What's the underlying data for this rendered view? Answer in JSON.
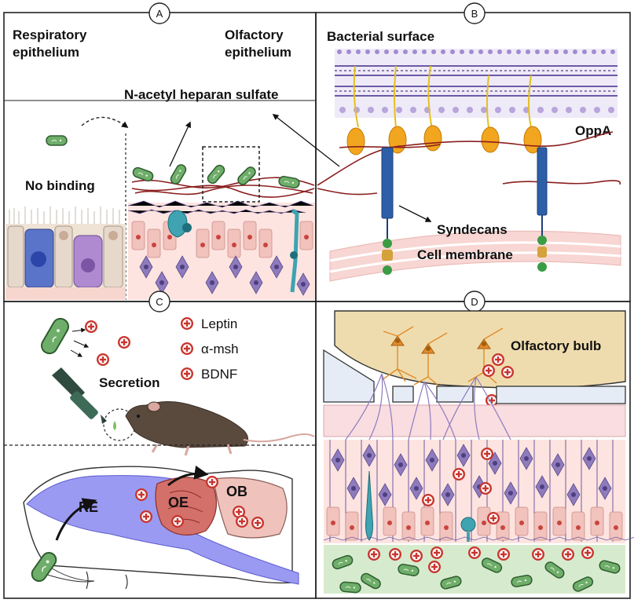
{
  "panels": {
    "a": {
      "letter": "A",
      "respiratory_line1": "Respiratory",
      "respiratory_line2": "epithelium",
      "olfactory_line1": "Olfactory",
      "olfactory_line2": "epithelium",
      "heparan": "N-acetyl heparan sulfate",
      "no_binding": "No binding"
    },
    "b": {
      "letter": "B",
      "bacterial_surface": "Bacterial surface",
      "oppa": "OppA",
      "syndecans": "Syndecans",
      "cell_membrane": "Cell membrane"
    },
    "c": {
      "letter": "C",
      "legend": [
        "Leptin",
        "α-msh",
        "BDNF"
      ],
      "secretion": "Secretion",
      "re": "RE",
      "oe": "OE",
      "ob": "OB"
    },
    "d": {
      "letter": "D",
      "olfactory_bulb": "Olfactory bulb"
    }
  },
  "colors": {
    "bacterium": "#6fae6a",
    "bacterium_outline": "#2f5d2f",
    "plus_badge": "#c8352e",
    "syndecan": "#2c5fa8",
    "oppa": "#f2a51e",
    "heparan": "#8b1e1e",
    "neuron_purple": "#8e7bbd",
    "cell_pink": "#f2c2bd",
    "bulb": "#efdcae",
    "nasal_cavity": "#9b9af2"
  },
  "icons": [
    "bacterium-icon",
    "plus-badge-icon",
    "dropper-icon",
    "mouse-icon",
    "neuron-icon",
    "arrow-icon"
  ]
}
